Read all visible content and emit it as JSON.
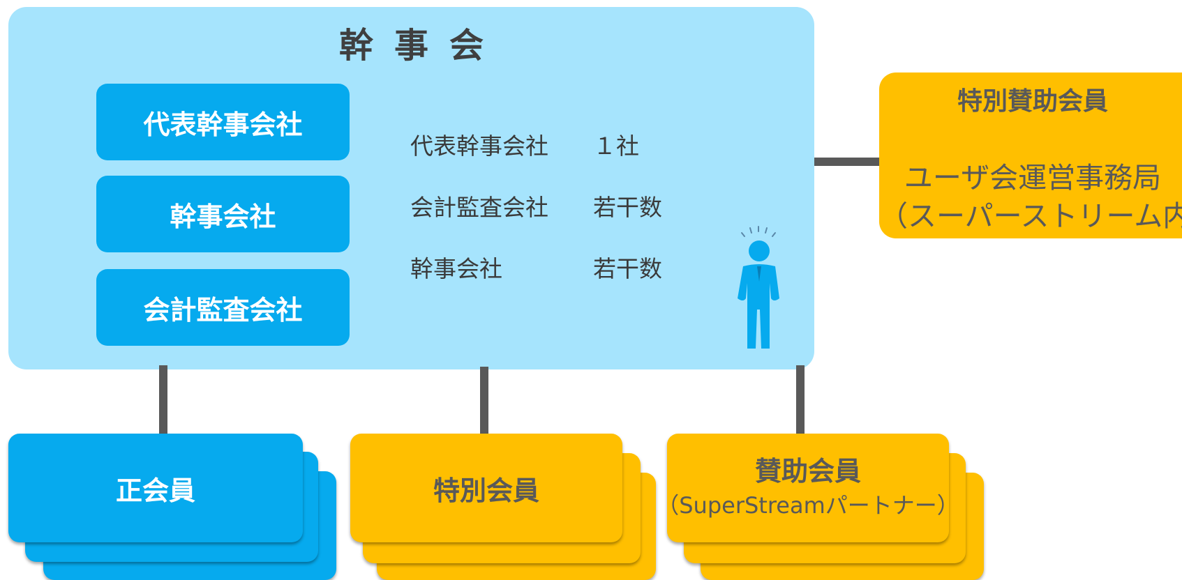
{
  "committee": {
    "title": "幹事会",
    "roles": [
      "代表幹事会社",
      "幹事会社",
      "会計監査会社"
    ],
    "quotas": [
      {
        "label": "代表幹事会社",
        "value": "１社"
      },
      {
        "label": "会計監査会社",
        "value": "若干数"
      },
      {
        "label": "幹事会社",
        "value": "若干数"
      }
    ],
    "icon": "person-icon"
  },
  "special_sponsor": {
    "title": "特別賛助会員",
    "line1": "ユーザ会運営事務局",
    "line2": "（スーパーストリーム内）"
  },
  "members": {
    "regular": {
      "label": "正会員"
    },
    "special": {
      "label": "特別会員"
    },
    "sponsor": {
      "label": "賛助会員",
      "sub": "（SuperStreamパートナー）"
    }
  },
  "colors": {
    "panel": "#a6e4fd",
    "blue": "#06aaee",
    "yellow": "#ffbf00",
    "connector": "#595959"
  }
}
